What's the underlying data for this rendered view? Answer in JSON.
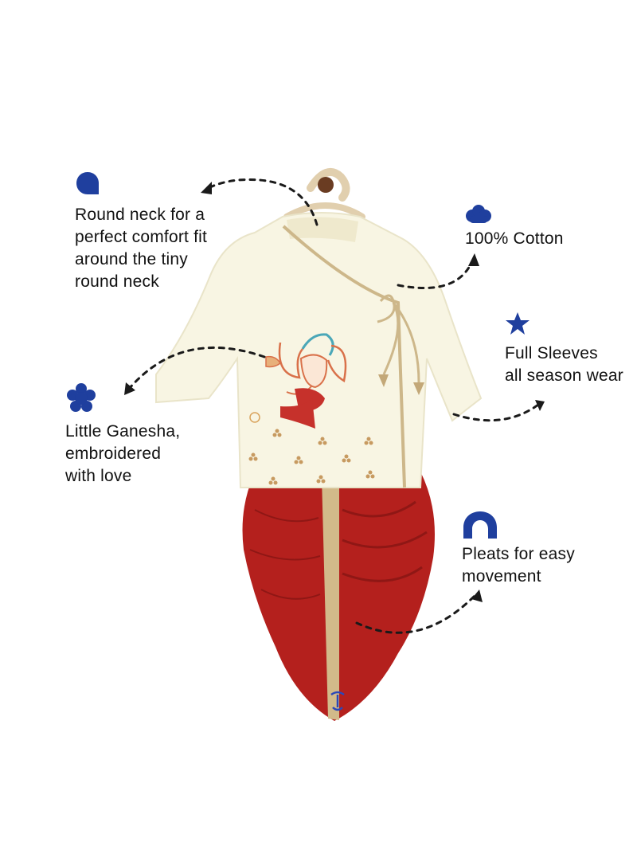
{
  "colors": {
    "icon_blue": "#1f3f9e",
    "kurta_cream": "#f8f5e3",
    "dhoti_red": "#b4201d",
    "gold_trim": "#cdb78a",
    "arrow": "#1a1a1a"
  },
  "callouts": [
    {
      "icon": "teardrop-icon",
      "lines": [
        "Round neck for a",
        "perfect comfort fit",
        "around the tiny",
        "round neck"
      ]
    },
    {
      "icon": "cotton-flower-icon",
      "lines": [
        "100% Cotton"
      ]
    },
    {
      "icon": "star-icon",
      "lines": [
        "Full Sleeves",
        "all season wear"
      ]
    },
    {
      "icon": "flower-icon",
      "lines": [
        "Little Ganesha,",
        "embroidered",
        "with love"
      ]
    },
    {
      "icon": "arch-icon",
      "lines": [
        "Pleats for easy",
        "movement"
      ]
    }
  ],
  "product": {
    "kurta_icon": "ganesha-embroidery-icon",
    "hanger_icon": "hanger-icon",
    "logo_icon": "brand-logo-icon"
  }
}
